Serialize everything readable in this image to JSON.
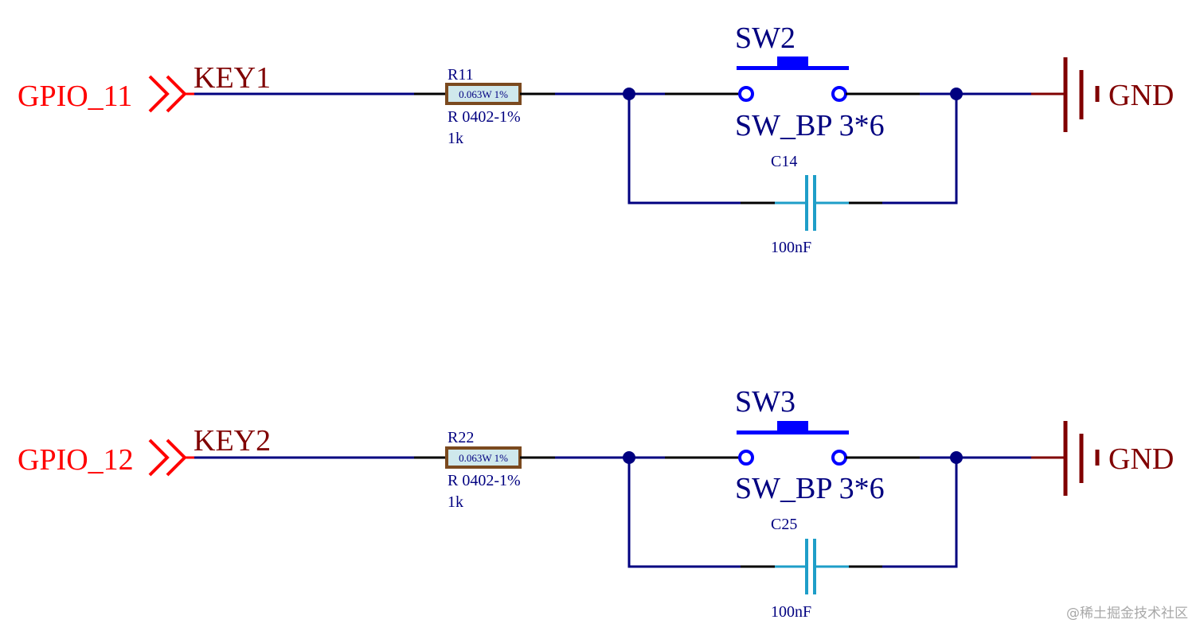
{
  "colors": {
    "wire": "#000080",
    "pin": "#000000",
    "port": "#ff0000",
    "net_label": "#800000",
    "designator": "#000080",
    "switch": "#0000ff",
    "capacitor": "#1e9ec8",
    "resistor_fill": "#cfe8ec",
    "resistor_border": "#7b4a1f",
    "ground": "#800000"
  },
  "circuits": [
    {
      "port": "GPIO_11",
      "net": "KEY1",
      "resistor": {
        "designator": "R11",
        "rating": "0.063W 1%",
        "footprint": "R 0402-1%",
        "value": "1k"
      },
      "switch": {
        "designator": "SW2",
        "footprint": "SW_BP 3*6"
      },
      "capacitor": {
        "designator": "C14",
        "value": "100nF"
      },
      "ground": "GND"
    },
    {
      "port": "GPIO_12",
      "net": "KEY2",
      "resistor": {
        "designator": "R22",
        "rating": "0.063W 1%",
        "footprint": "R 0402-1%",
        "value": "1k"
      },
      "switch": {
        "designator": "SW3",
        "footprint": "SW_BP 3*6"
      },
      "capacitor": {
        "designator": "C25",
        "value": "100nF"
      },
      "ground": "GND"
    }
  ],
  "watermark": "@稀土掘金技术社区"
}
